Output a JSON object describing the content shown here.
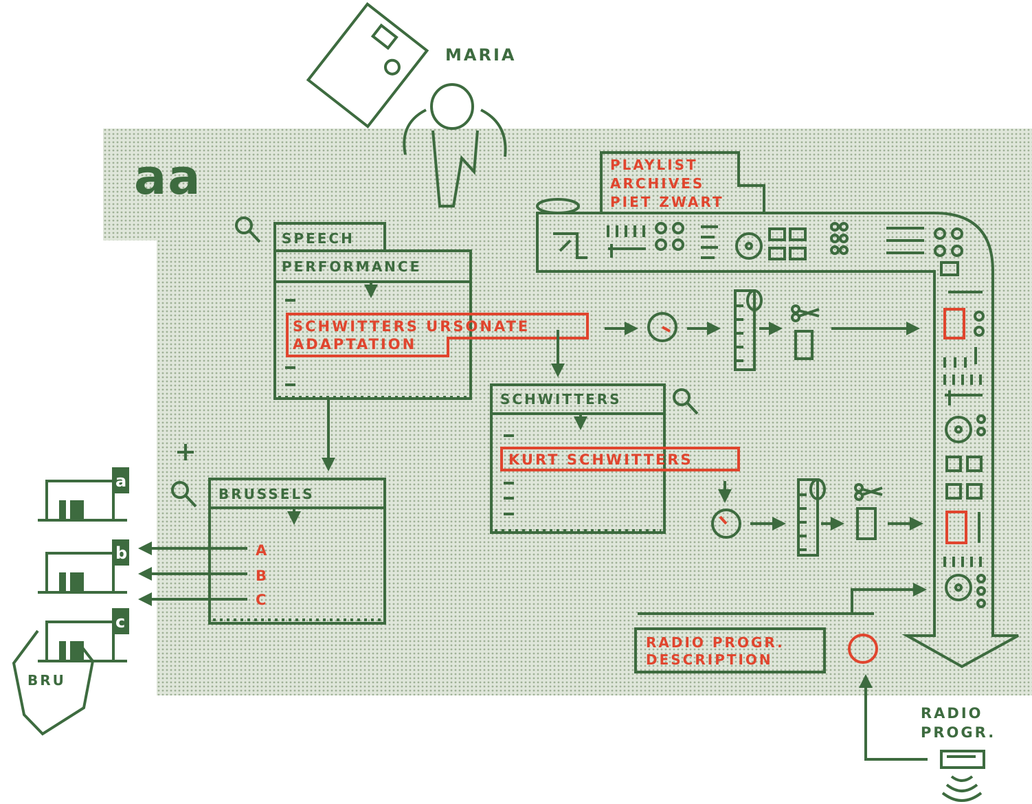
{
  "colors": {
    "green": "#3d6b3f",
    "red": "#e0452e",
    "dot_bg": "#dfe6da",
    "dot": "#9fb196"
  },
  "logo": "aa",
  "person": {
    "name": "MARIA"
  },
  "playlist_box": {
    "lines": [
      "PLAYLIST",
      "ARCHIVES",
      "PIET ZWART"
    ]
  },
  "speech_table": {
    "tabs": [
      "SPEECH",
      "PERFORMANCE"
    ],
    "highlight": [
      "SCHWITTERS URSONATE",
      "ADAPTATION"
    ]
  },
  "schwitters_table": {
    "header": "SCHWITTERS",
    "highlight": "KURT SCHWITTERS"
  },
  "brussels_table": {
    "header": "BRUSSELS",
    "rows": [
      "A",
      "B",
      "C"
    ]
  },
  "venues": [
    "a",
    "b",
    "c"
  ],
  "city": "BRU",
  "program_box": {
    "lines": [
      "RADIO PROGR.",
      "DESCRIPTION"
    ]
  },
  "radio": {
    "lines": [
      "RADIO",
      "PROGR."
    ]
  },
  "icons": [
    "magnifier-icon",
    "clock-icon",
    "ruler-icon",
    "scissors-icon",
    "radio-icon",
    "mixer-icon",
    "plus-icon"
  ]
}
